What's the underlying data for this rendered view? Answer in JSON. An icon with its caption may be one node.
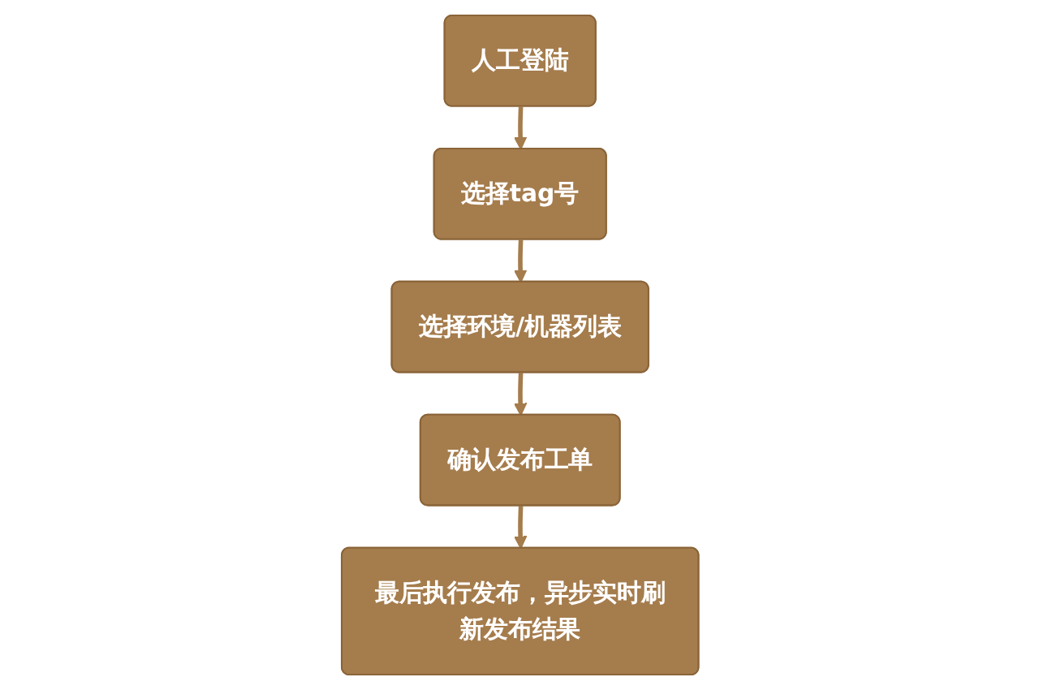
{
  "diagram": {
    "nodes": [
      {
        "text": [
          "人工登陆"
        ]
      },
      {
        "text": [
          "选择tag号"
        ]
      },
      {
        "text": [
          "选择环境/机器列表"
        ]
      },
      {
        "text": [
          "确认发布工单"
        ]
      },
      {
        "text": [
          "最后执行发布，异步实时刷新发布结果"
        ]
      }
    ],
    "edges": [
      {
        "from": 0,
        "to": 1,
        "arrow": "to"
      },
      {
        "from": 1,
        "to": 2,
        "arrow": "to"
      },
      {
        "from": 2,
        "to": 3,
        "arrow": "to"
      },
      {
        "from": 3,
        "to": 4,
        "arrow": "to"
      }
    ]
  }
}
